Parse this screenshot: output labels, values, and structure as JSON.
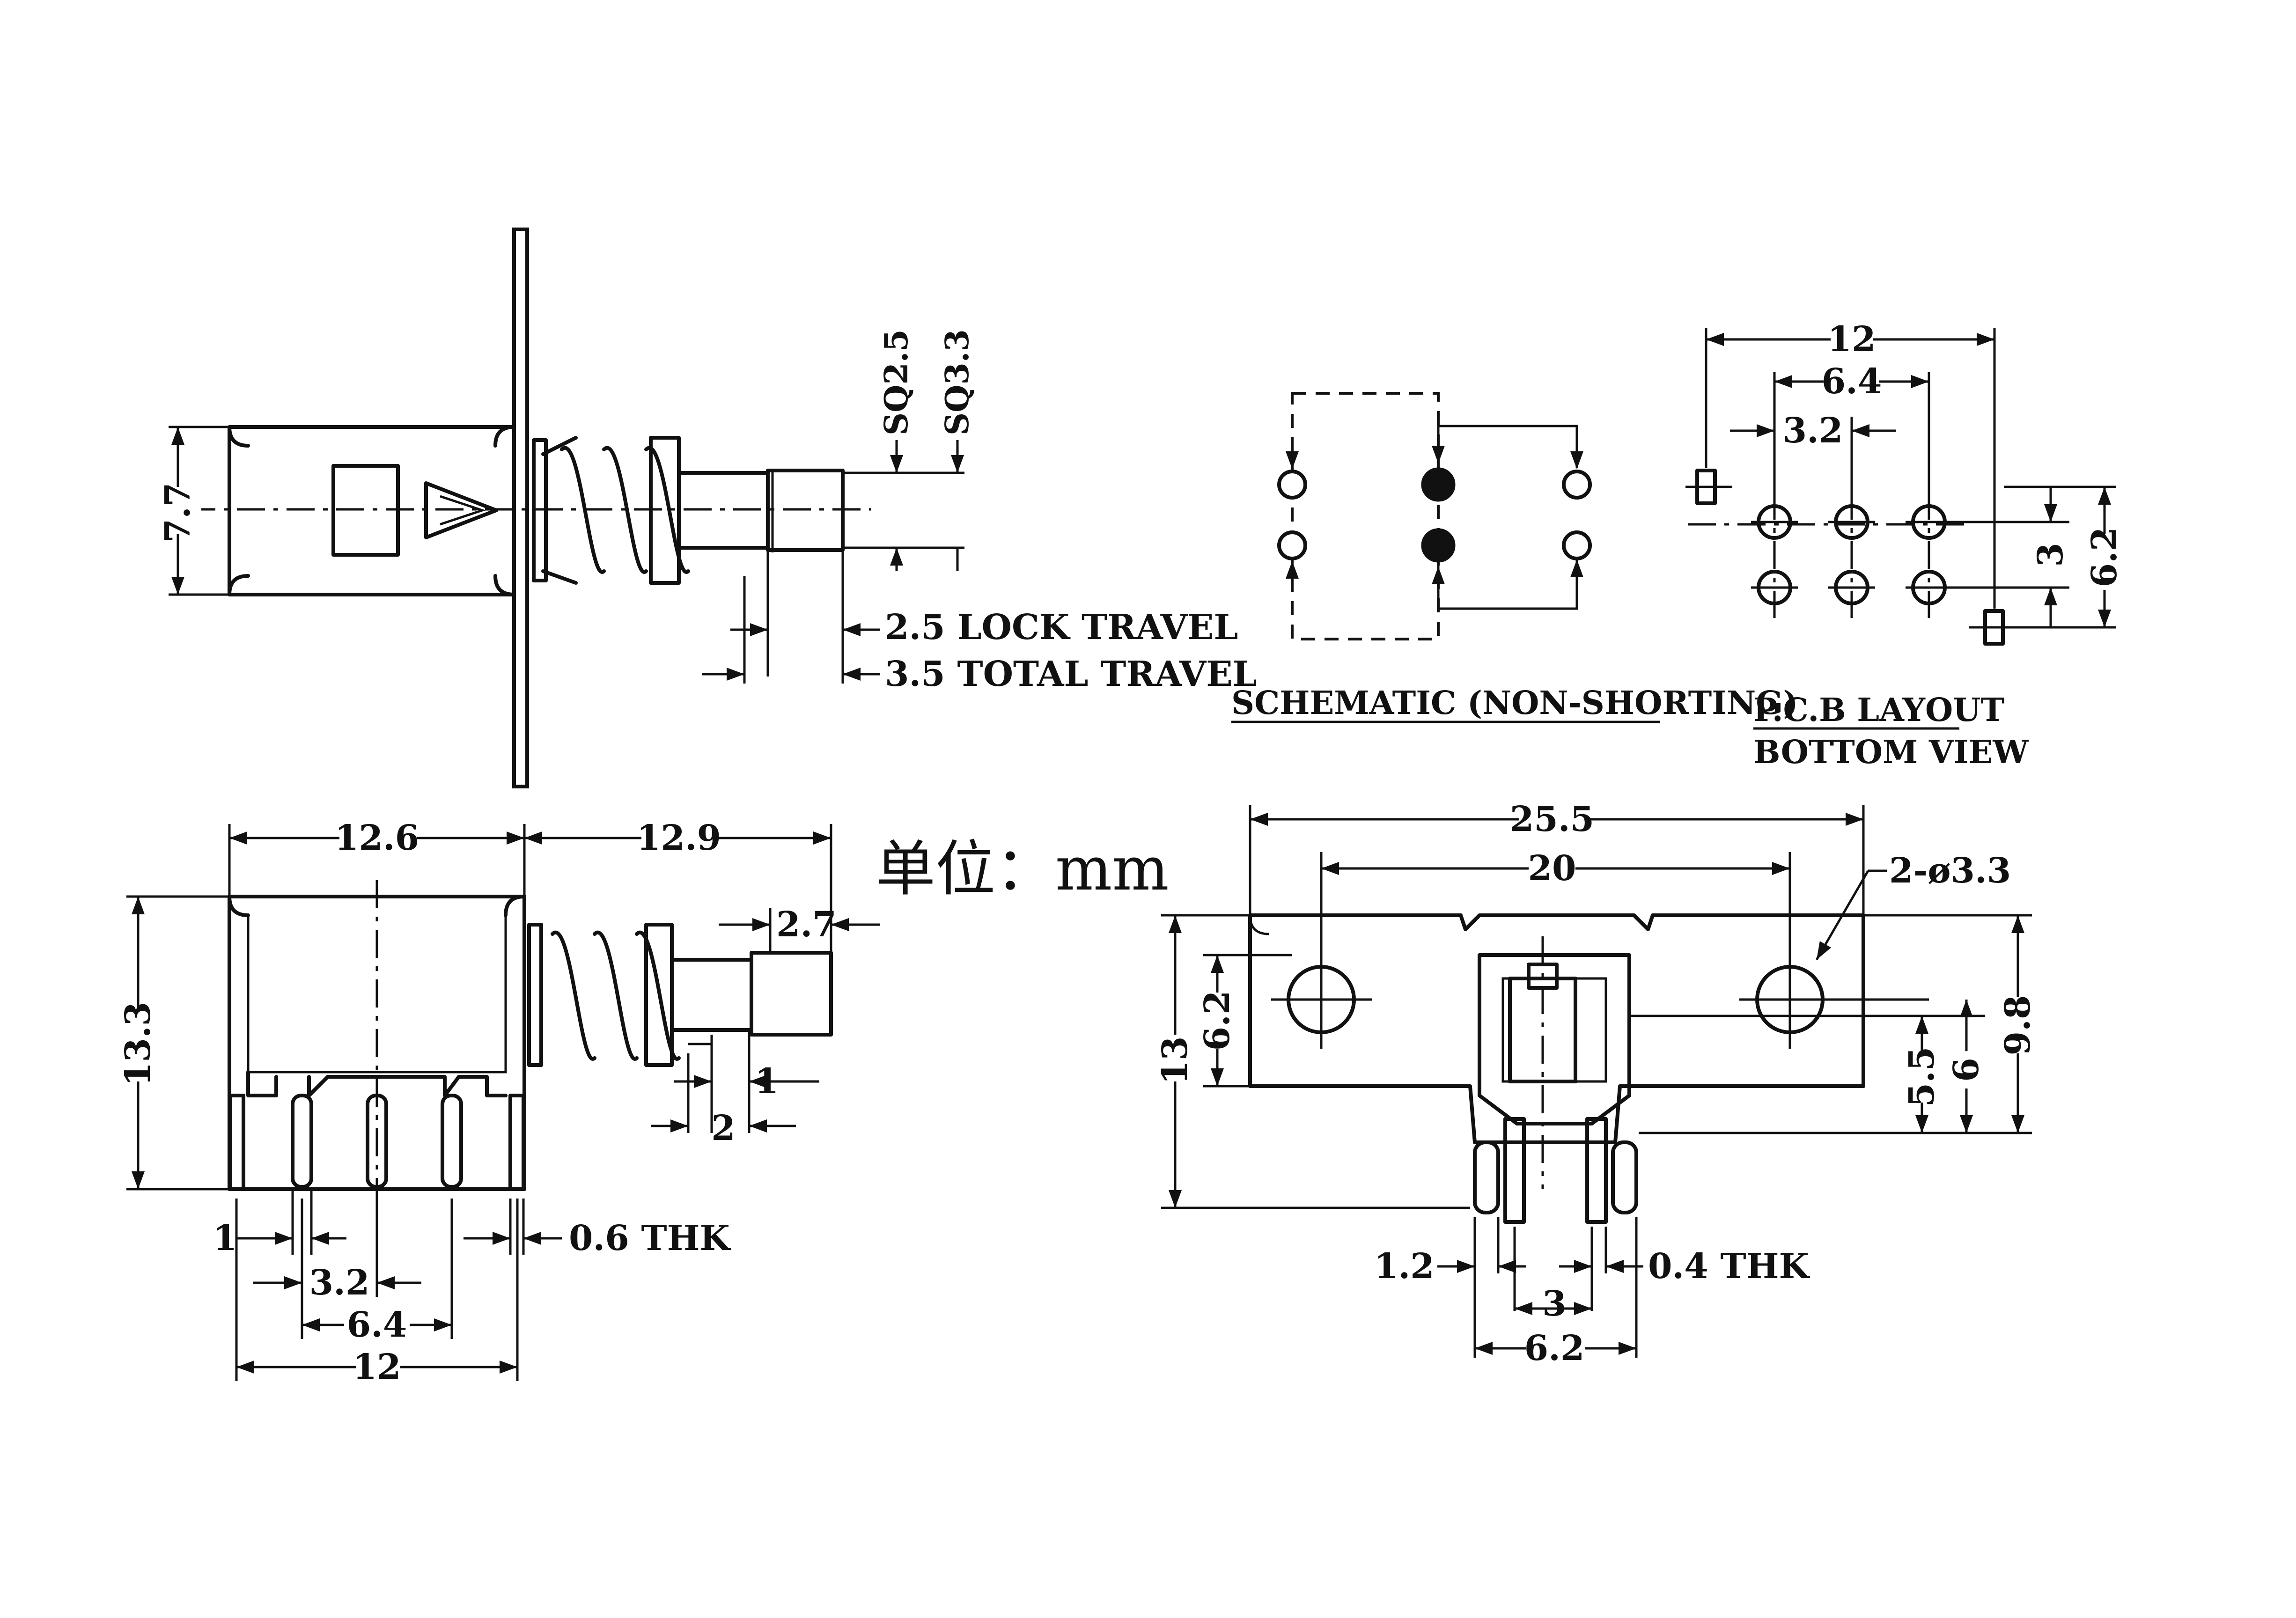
{
  "unit_note": "单位：mm",
  "side_view": {
    "dim_7_7": "7.7",
    "sq_2_5": "SQ2.5",
    "sq_3_3": "SQ3.3",
    "lock_travel": "2.5 LOCK TRAVEL",
    "total_travel": "3.5 TOTAL TRAVEL"
  },
  "front_view": {
    "dim_12_6": "12.6",
    "dim_12_9": "12.9",
    "dim_2_7": "2.7",
    "dim_13_3": "13.3",
    "dim_1_right": "1",
    "dim_2": "2",
    "dim_1_left": "1",
    "thk": "0.6 THK",
    "dim_3_2": "3.2",
    "dim_6_4": "6.4",
    "dim_12": "12"
  },
  "schematic": {
    "title": "SCHEMATIC (NON-SHORTING)"
  },
  "pcb_layout": {
    "title_line1": "P.C.B LAYOUT",
    "title_line2": "BOTTOM VIEW",
    "dim_12": "12",
    "dim_6_4": "6.4",
    "dim_3_2": "3.2",
    "dim_3": "3",
    "dim_6_2": "6.2"
  },
  "mount_view": {
    "dim_25_5": "25.5",
    "dim_20": "20",
    "hole_spec": "2-ø3.3",
    "dim_6_2_left": "6.2",
    "dim_13": "13",
    "dim_5_5": "5.5",
    "dim_6": "6",
    "dim_9_8": "9.8",
    "dim_1_2": "1.2",
    "thk": "0.4 THK",
    "dim_3": "3",
    "dim_6_2_bottom": "6.2"
  }
}
